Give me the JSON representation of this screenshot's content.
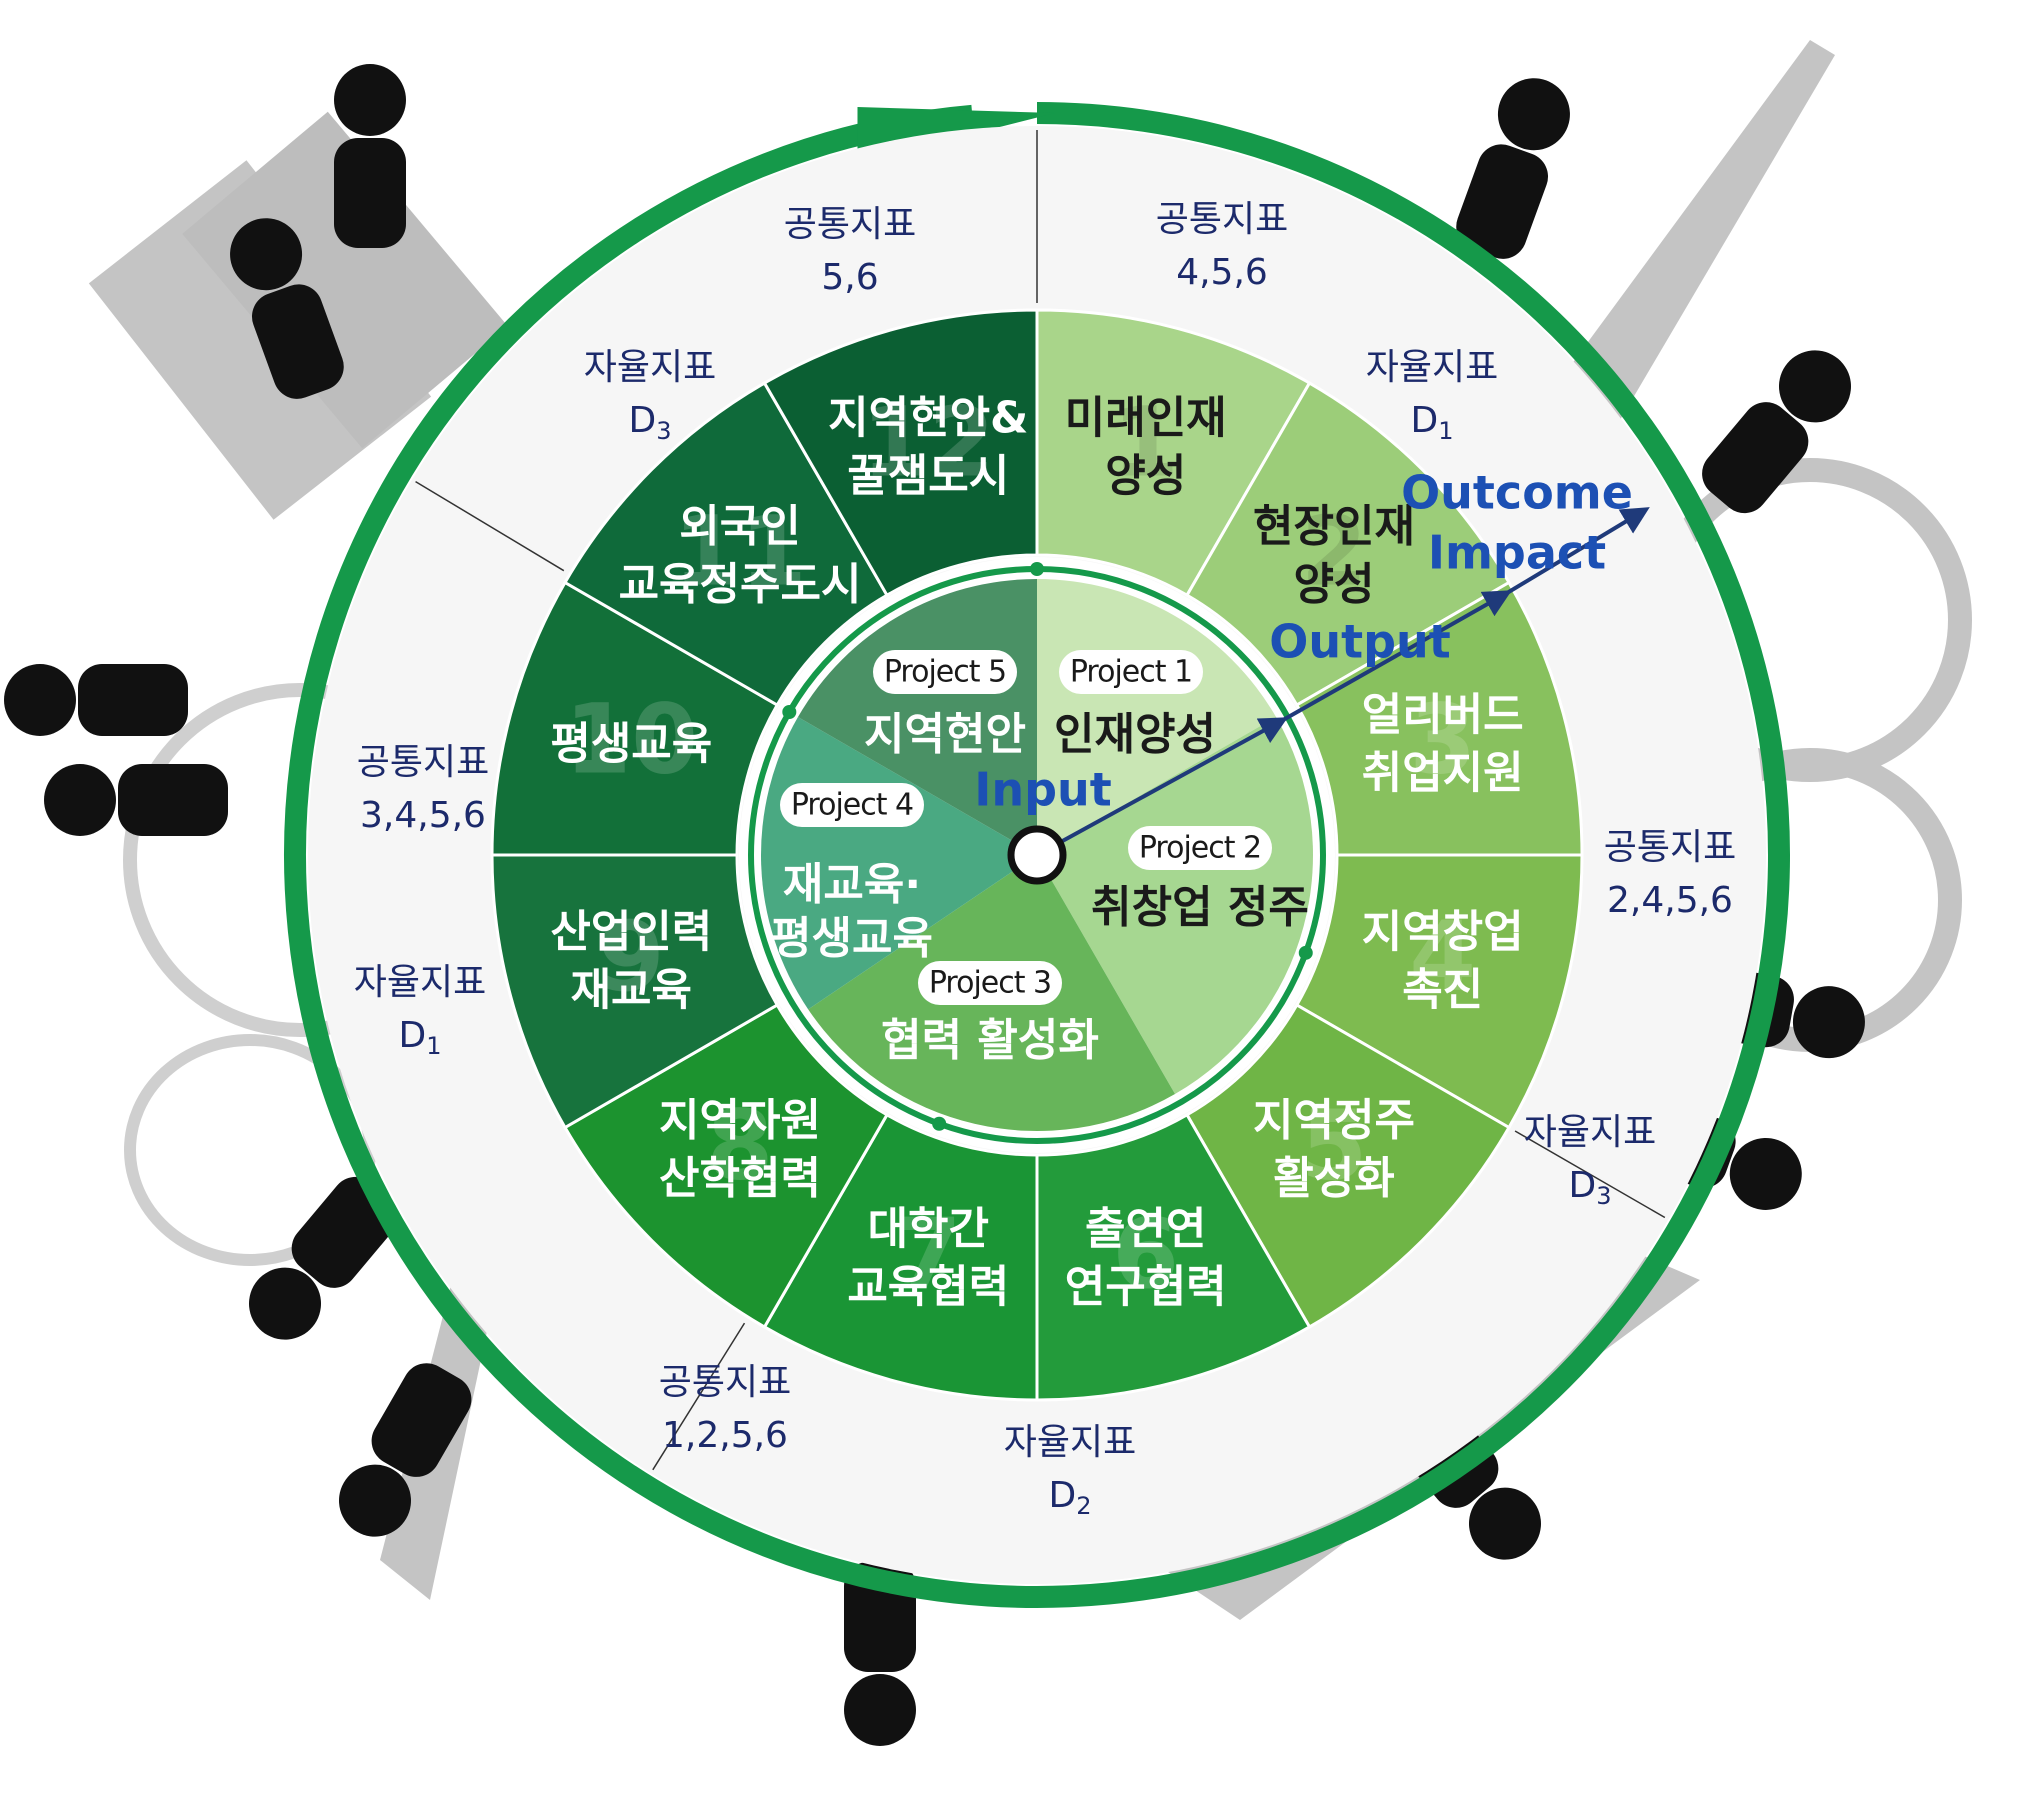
{
  "segments": [
    {
      "num": "1",
      "label_lines": [
        "미래인재",
        "양성"
      ]
    },
    {
      "num": "2",
      "label_lines": [
        "현장인재",
        "양성"
      ]
    },
    {
      "num": "3",
      "label_lines": [
        "얼리버드",
        "취업지원"
      ]
    },
    {
      "num": "4",
      "label_lines": [
        "지역창업",
        "촉진"
      ]
    },
    {
      "num": "5",
      "label_lines": [
        "지역정주",
        "활성화"
      ]
    },
    {
      "num": "6",
      "label_lines": [
        "출연연",
        "연구협력"
      ]
    },
    {
      "num": "7",
      "label_lines": [
        "대학간",
        "교육협력"
      ]
    },
    {
      "num": "8",
      "label_lines": [
        "지역자원",
        "산학협력"
      ]
    },
    {
      "num": "9",
      "label_lines": [
        "산업인력",
        "재교육"
      ]
    },
    {
      "num": "10",
      "label_lines": [
        "평생교육"
      ]
    },
    {
      "num": "11",
      "label_lines": [
        "외국인",
        "교육정주도시"
      ]
    },
    {
      "num": "12",
      "label_lines": [
        "지역현안&",
        "꿀잼도시"
      ]
    }
  ],
  "projects": [
    {
      "label": "Project 1",
      "title_lines": [
        "인재양성"
      ]
    },
    {
      "label": "Project 2",
      "title_lines": [
        "취창업 정주"
      ]
    },
    {
      "label": "Project 3",
      "title_lines": [
        "협력 활성화"
      ]
    },
    {
      "label": "Project 4",
      "title_lines": [
        "재교육·",
        "평생교육"
      ]
    },
    {
      "label": "Project 5",
      "title_lines": [
        "지역현안"
      ]
    }
  ],
  "indicators": [
    {
      "name": "공통지표",
      "value": "4,5,6"
    },
    {
      "name": "자율지표",
      "value": "D",
      "sub": "1"
    },
    {
      "name": "공통지표",
      "value": "2,4,5,6"
    },
    {
      "name": "자율지표",
      "value": "D",
      "sub": "3"
    },
    {
      "name": "자율지표",
      "value": "D",
      "sub": "2"
    },
    {
      "name": "공통지표",
      "value": "1,2,5,6"
    },
    {
      "name": "자율지표",
      "value": "D",
      "sub": "1"
    },
    {
      "name": "공통지표",
      "value": "3,4,5,6"
    },
    {
      "name": "자율지표",
      "value": "D",
      "sub": "3"
    },
    {
      "name": "공통지표",
      "value": "5,6"
    }
  ],
  "flow": {
    "input": "Input",
    "output": "Output",
    "outcome": "Outcome",
    "impact": "Impact"
  },
  "colors": {
    "ring": "#15994a",
    "arrow_line": "#1f3a7a",
    "flow_text": "#1c50b4",
    "indicator_text": "#1c2a6b",
    "segments": [
      "#a9d58a",
      "#9ccd79",
      "#88c15e",
      "#7ebb50",
      "#6fb546",
      "#239b3b",
      "#1a9535",
      "#1c932f",
      "#17733d",
      "#127039",
      "#0f6a3a",
      "#0b5f33"
    ],
    "projects": [
      "#c9e6b4",
      "#a6d791",
      "#67b55a",
      "#4aa982",
      "#4a9165"
    ]
  }
}
